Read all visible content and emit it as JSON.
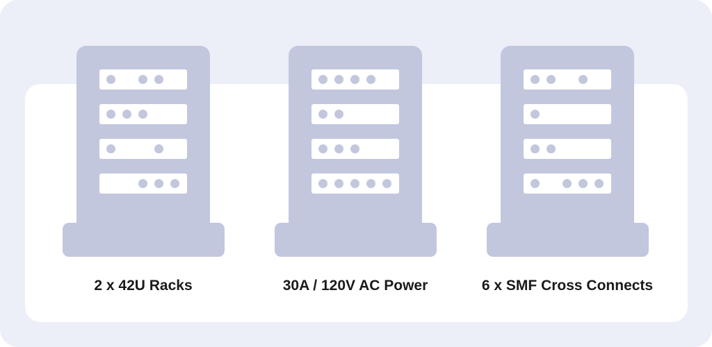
{
  "colors": {
    "background": "#eceef8",
    "panel": "#ffffff",
    "rack": "#c2c7de",
    "text": "#1a1a1a"
  },
  "items": [
    {
      "icon": "server-rack-icon",
      "label": "2 x 42U Racks",
      "units": [
        [
          true,
          false,
          true,
          true,
          false
        ],
        [
          true,
          true,
          true,
          false,
          false
        ],
        [
          true,
          false,
          false,
          true,
          false
        ],
        [
          false,
          false,
          true,
          true,
          true
        ]
      ]
    },
    {
      "icon": "server-rack-icon",
      "label": "30A / 120V AC Power",
      "units": [
        [
          true,
          true,
          true,
          true,
          false
        ],
        [
          true,
          true,
          false,
          false,
          false
        ],
        [
          true,
          true,
          true,
          false,
          false
        ],
        [
          true,
          true,
          true,
          true,
          true
        ]
      ]
    },
    {
      "icon": "server-rack-icon",
      "label": "6 x SMF Cross Connects",
      "units": [
        [
          true,
          true,
          false,
          true,
          false
        ],
        [
          true,
          false,
          false,
          false,
          false
        ],
        [
          true,
          true,
          false,
          false,
          false
        ],
        [
          true,
          false,
          true,
          true,
          true
        ]
      ]
    }
  ]
}
